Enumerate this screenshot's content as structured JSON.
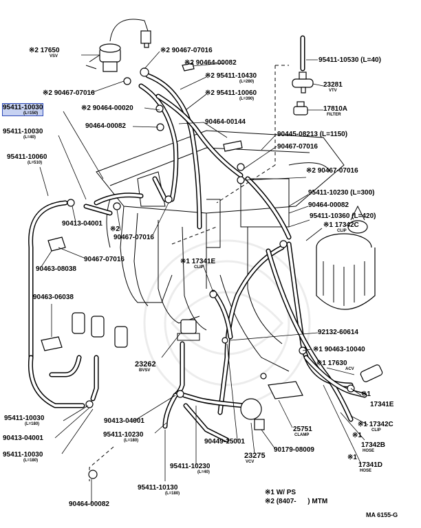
{
  "labels": [
    {
      "id": "p1",
      "code": "※2 17650",
      "sub": "VSV"
    },
    {
      "id": "p2",
      "code": "※2 90467-07016"
    },
    {
      "id": "p3",
      "code": "※2 90464-00082"
    },
    {
      "id": "p4",
      "code": "95411-10530 (L=40)"
    },
    {
      "id": "p5",
      "code": "※2 95411-10430",
      "sub": "(L=280)"
    },
    {
      "id": "p6",
      "code": "※2 90467-07016"
    },
    {
      "id": "p7",
      "code": "※2 95411-10060",
      "sub": "(L=390)"
    },
    {
      "id": "p8",
      "code": "23281",
      "sub": "VTV"
    },
    {
      "id": "p9",
      "code": "95411-10030",
      "sub": "(L=150)"
    },
    {
      "id": "p10",
      "code": "※2 90464-00020"
    },
    {
      "id": "p11",
      "code": "17810A",
      "sub": "FILTER"
    },
    {
      "id": "p12",
      "code": "90464-00082"
    },
    {
      "id": "p13",
      "code": "90464-00144"
    },
    {
      "id": "p14",
      "code": "95411-10030",
      "sub": "(L=40)"
    },
    {
      "id": "p15",
      "code": "90445-08213 (L=1150)"
    },
    {
      "id": "p16",
      "code": "90467-07016"
    },
    {
      "id": "p17",
      "code": "95411-10060",
      "sub": "(L=510)"
    },
    {
      "id": "p18",
      "code": "※2 90467-07016"
    },
    {
      "id": "p19",
      "code": "95411-10230 (L=300)"
    },
    {
      "id": "p20",
      "code": "90464-00082"
    },
    {
      "id": "p21",
      "code": "95411-10360 (L=420)"
    },
    {
      "id": "p22",
      "code": "90413-04001"
    },
    {
      "id": "p23",
      "code": "※2"
    },
    {
      "id": "p24",
      "code": "90467-07016"
    },
    {
      "id": "p25",
      "code": "※1 17342C",
      "sub": "CLIP"
    },
    {
      "id": "p26",
      "code": "90467-07016"
    },
    {
      "id": "p27",
      "code": "90463-08038"
    },
    {
      "id": "p28",
      "code": "※1 17341E",
      "sub": "CLIP"
    },
    {
      "id": "p29",
      "code": "90463-06038"
    },
    {
      "id": "p30",
      "code": "92132-60614"
    },
    {
      "id": "p31",
      "code": "※1 90463-10040"
    },
    {
      "id": "p32",
      "code": "23262",
      "sub": "BVSV"
    },
    {
      "id": "p33",
      "code": "※1 17630",
      "sub": "ACV"
    },
    {
      "id": "p34",
      "code": "※1"
    },
    {
      "id": "p35",
      "code": "17341E"
    },
    {
      "id": "p36",
      "code": "95411-10030",
      "sub": "(L=180)"
    },
    {
      "id": "p37",
      "code": "90413-04001"
    },
    {
      "id": "p38",
      "code": "※1 17342C",
      "sub": "CLIP"
    },
    {
      "id": "p39",
      "code": "90413-04001"
    },
    {
      "id": "p40",
      "code": "25751",
      "sub": "CLAMP"
    },
    {
      "id": "p41",
      "code": "95411-10230",
      "sub": "(L=180)"
    },
    {
      "id": "p42",
      "code": "※1"
    },
    {
      "id": "p43",
      "code": "17342B",
      "sub": "HOSE"
    },
    {
      "id": "p44",
      "code": "95411-10030",
      "sub": "(L=180)"
    },
    {
      "id": "p45",
      "code": "90449-15001"
    },
    {
      "id": "p46",
      "code": "90179-08009"
    },
    {
      "id": "p47",
      "code": "23275",
      "sub": "VCV"
    },
    {
      "id": "p48",
      "code": "※1"
    },
    {
      "id": "p49",
      "code": "17341D",
      "sub": "HOSE"
    },
    {
      "id": "p50",
      "code": "95411-10230",
      "sub": "(L=40)"
    },
    {
      "id": "p51",
      "code": "95411-10130",
      "sub": "(L=180)"
    },
    {
      "id": "p52",
      "code": "90464-00082"
    }
  ],
  "legend": {
    "line1": "※1 W/ PS",
    "line2": "※2 (8407-      ) MTM"
  },
  "diagram_code": "MA 6155-G",
  "colors": {
    "highlight_fill": "#c7d2f2",
    "highlight_border": "#2a46b5",
    "ink": "#000000"
  }
}
